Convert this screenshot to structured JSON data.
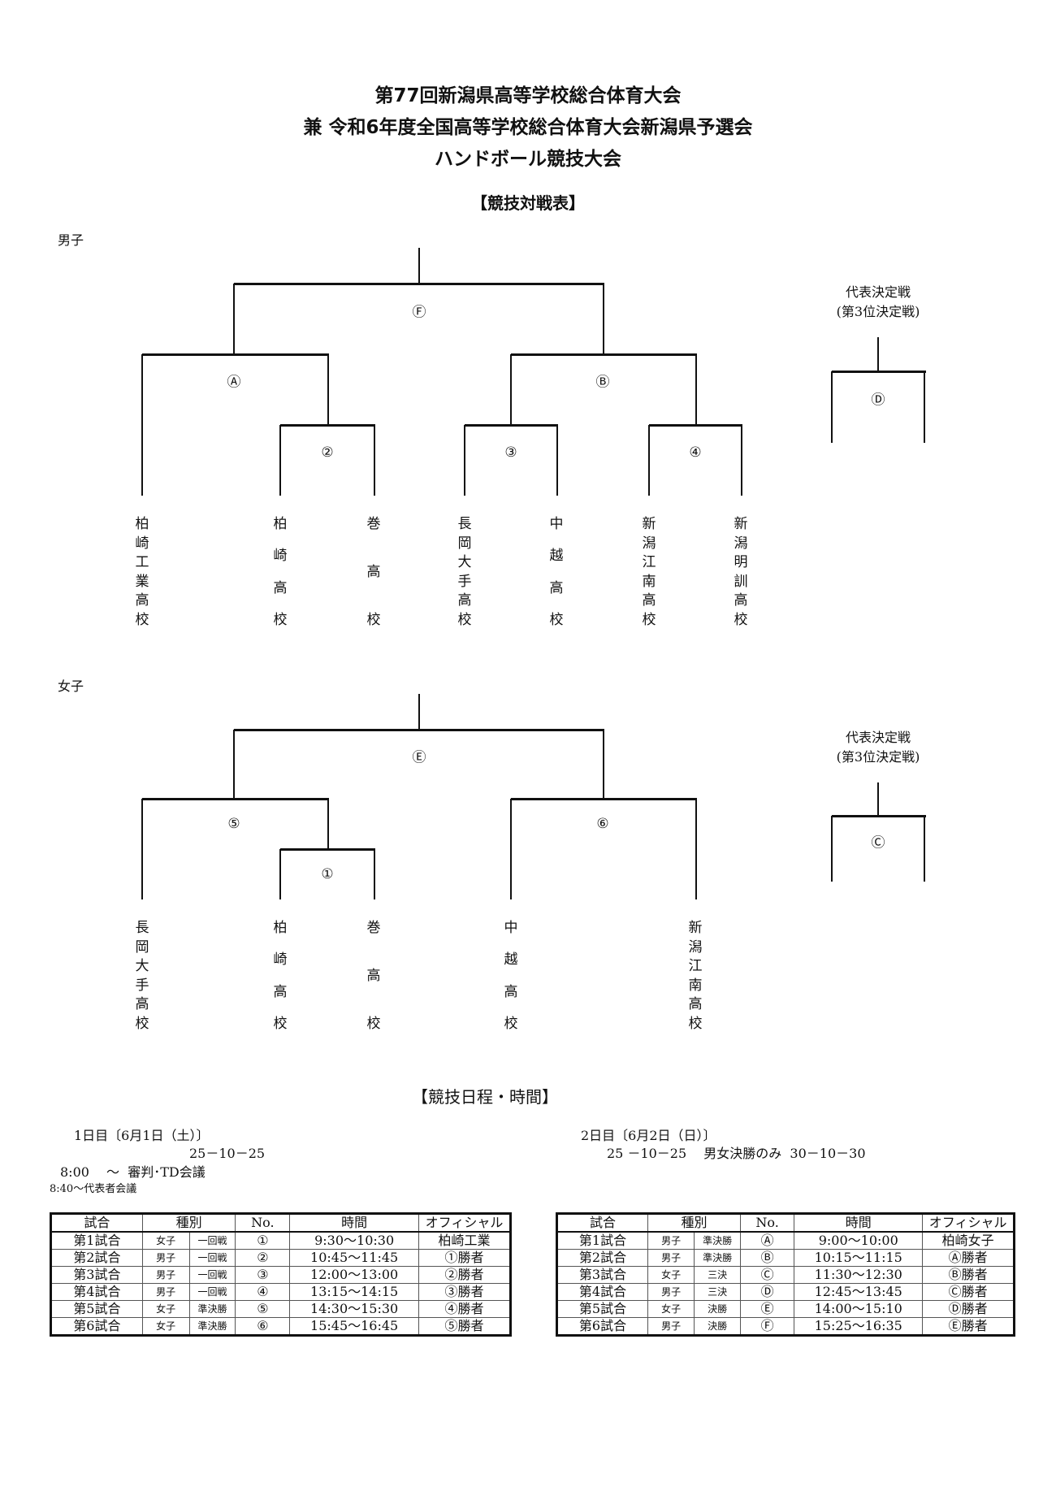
{
  "header": {
    "title_line1": "第77回新潟県高等学校総合体育大会",
    "title_line2": "兼 令和6年度全国高等学校総合体育大会新潟県予選会",
    "title_line3": "ハンドボール競技大会",
    "bracket_heading": "【競技対戦表】"
  },
  "boys": {
    "label": "男子",
    "matches": {
      "final": "Ⓕ",
      "semi_left": "Ⓐ",
      "semi_right": "Ⓑ",
      "m2": "②",
      "m3": "③",
      "m4": "④"
    },
    "third_place": {
      "title": "代表決定戦",
      "subtitle": "(第3位決定戦)",
      "match": "Ⓓ"
    },
    "teams": [
      [
        "柏",
        "崎",
        "工",
        "業",
        "高",
        "校"
      ],
      [
        "柏",
        "崎",
        "高",
        "校"
      ],
      [
        "巻",
        "高",
        "校"
      ],
      [
        "長",
        "岡",
        "大",
        "手",
        "高",
        "校"
      ],
      [
        "中",
        "越",
        "高",
        "校"
      ],
      [
        "新",
        "潟",
        "江",
        "南",
        "高",
        "校"
      ],
      [
        "新",
        "潟",
        "明",
        "訓",
        "高",
        "校"
      ]
    ]
  },
  "girls": {
    "label": "女子",
    "matches": {
      "final": "Ⓔ",
      "semi_left": "⑤",
      "semi_right": "⑥",
      "m1": "①"
    },
    "third_place": {
      "title": "代表決定戦",
      "subtitle": "(第3位決定戦)",
      "match": "Ⓒ"
    },
    "teams": [
      [
        "長",
        "岡",
        "大",
        "手",
        "高",
        "校"
      ],
      [
        "柏",
        "崎",
        "高",
        "校"
      ],
      [
        "巻",
        "高",
        "校"
      ],
      [
        "中",
        "越",
        "高",
        "校"
      ],
      [
        "新",
        "潟",
        "江",
        "南",
        "高",
        "校"
      ]
    ]
  },
  "schedule": {
    "heading": "【競技日程・時間】",
    "day1": {
      "date": "1日目〔6月1日（土）〕",
      "format": "25－10－25",
      "note1": "8:00　 ～  審判･TD会議",
      "note2": "8:40～代表者会議",
      "columns": [
        "試合",
        "種別",
        "No.",
        "時間",
        "オフィシャル"
      ],
      "rows": [
        [
          "第1試合",
          "女子",
          "一回戦",
          "①",
          "9:30～10:30",
          "柏崎工業"
        ],
        [
          "第2試合",
          "男子",
          "一回戦",
          "②",
          "10:45～11:45",
          "①勝者"
        ],
        [
          "第3試合",
          "男子",
          "一回戦",
          "③",
          "12:00～13:00",
          "②勝者"
        ],
        [
          "第4試合",
          "男子",
          "一回戦",
          "④",
          "13:15～14:15",
          "③勝者"
        ],
        [
          "第5試合",
          "女子",
          "準決勝",
          "⑤",
          "14:30～15:30",
          "④勝者"
        ],
        [
          "第6試合",
          "女子",
          "準決勝",
          "⑥",
          "15:45～16:45",
          "⑤勝者"
        ]
      ]
    },
    "day2": {
      "date": "2日目〔6月2日（日）〕",
      "format": "25 －10－25　 男女決勝のみ  30－10－30",
      "columns": [
        "試合",
        "種別",
        "No.",
        "時間",
        "オフィシャル"
      ],
      "rows": [
        [
          "第1試合",
          "男子",
          "準決勝",
          "Ⓐ",
          "9:00～10:00",
          "柏崎女子"
        ],
        [
          "第2試合",
          "男子",
          "準決勝",
          "Ⓑ",
          "10:15～11:15",
          "Ⓐ勝者"
        ],
        [
          "第3試合",
          "女子",
          "三決",
          "Ⓒ",
          "11:30～12:30",
          "Ⓑ勝者"
        ],
        [
          "第4試合",
          "男子",
          "三決",
          "Ⓓ",
          "12:45～13:45",
          "Ⓒ勝者"
        ],
        [
          "第5試合",
          "女子",
          "決勝",
          "Ⓔ",
          "14:00～15:10",
          "Ⓓ勝者"
        ],
        [
          "第6試合",
          "男子",
          "決勝",
          "Ⓕ",
          "15:25～16:35",
          "Ⓔ勝者"
        ]
      ]
    }
  }
}
